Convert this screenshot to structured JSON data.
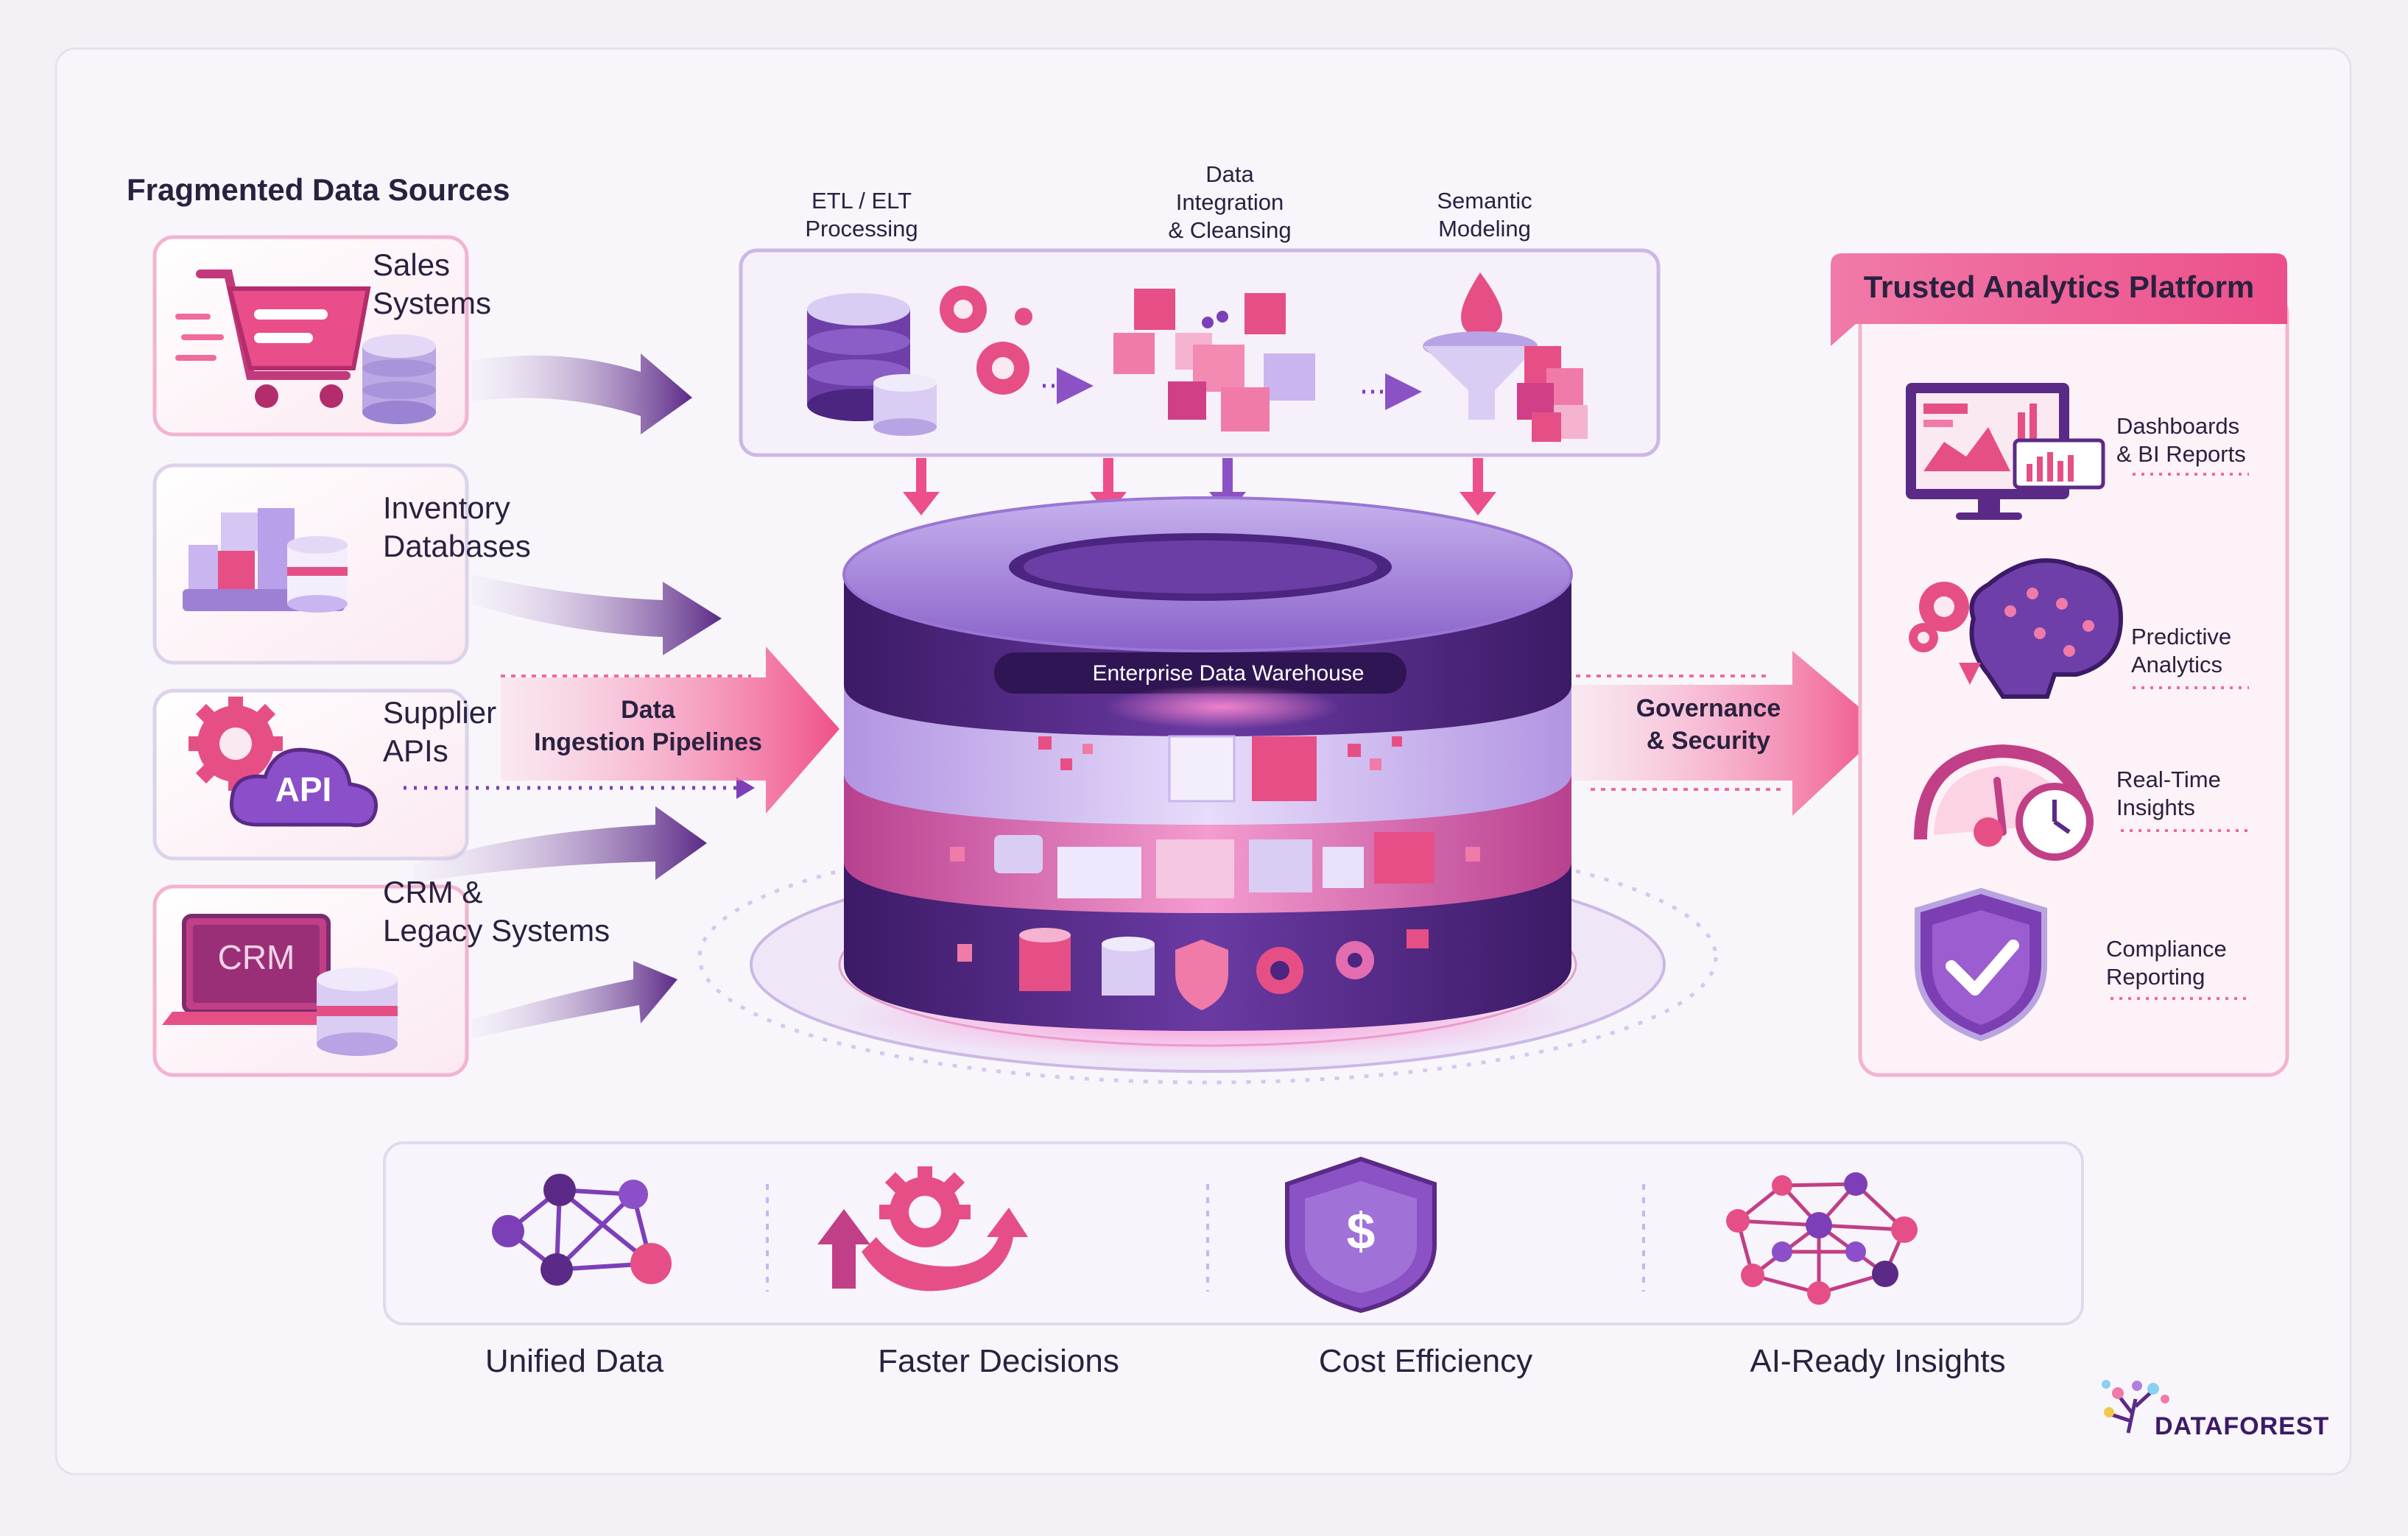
{
  "sources": {
    "title": "Fragmented Data Sources",
    "items": [
      {
        "line1": "Sales",
        "line2": "Systems",
        "icon": "shopping-cart-icon"
      },
      {
        "line1": "Inventory",
        "line2": "Databases",
        "icon": "inventory-boxes-icon"
      },
      {
        "line1": "Supplier",
        "line2": "APIs",
        "icon": "api-cloud-icon",
        "badge": "API"
      },
      {
        "line1": "CRM &",
        "line2": "Legacy Systems",
        "icon": "crm-laptop-icon",
        "badge": "CRM"
      }
    ]
  },
  "processing": {
    "steps": [
      {
        "line1": "ETL / ELT",
        "line2": "Processing"
      },
      {
        "line1": "Data",
        "line2": "Integration",
        "line3": "& Cleansing"
      },
      {
        "line1": "Semantic",
        "line2": "Modeling"
      }
    ]
  },
  "pipeline": {
    "line1": "Data",
    "line2": "Ingestion Pipelines"
  },
  "warehouse": {
    "label": "Enterprise Data Warehouse"
  },
  "governance": {
    "line1": "Governance",
    "line2": "& Security"
  },
  "platform": {
    "title": "Trusted Analytics Platform",
    "items": [
      {
        "line1": "Dashboards",
        "line2": "& BI Reports",
        "icon": "dashboard-monitor-icon"
      },
      {
        "line1": "Predictive",
        "line2": "Analytics",
        "icon": "brain-icon"
      },
      {
        "line1": "Real-Time",
        "line2": "Insights",
        "icon": "speedometer-clock-icon"
      },
      {
        "line1": "Compliance",
        "line2": "Reporting",
        "icon": "shield-check-icon"
      }
    ]
  },
  "benefits": [
    {
      "label": "Unified Data",
      "icon": "network-nodes-icon"
    },
    {
      "label": "Faster Decisions",
      "icon": "gear-arrow-icon"
    },
    {
      "label": "Cost Efficiency",
      "icon": "dollar-shield-icon"
    },
    {
      "label": "AI-Ready Insights",
      "icon": "ai-network-icon"
    }
  ],
  "brand": {
    "name": "DATAFOREST"
  },
  "colors": {
    "pink": "#e8457f",
    "purple": "#5b2a86",
    "lavender": "#b9a3e0",
    "background": "#f4f1f6"
  }
}
